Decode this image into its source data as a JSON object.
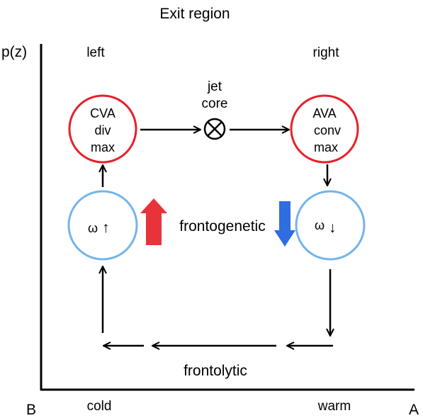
{
  "title": "Exit region",
  "axes": {
    "y_label": "p(z)",
    "origin_label": "B",
    "x_end_label": "A",
    "cold_label": "cold",
    "warm_label": "warm"
  },
  "sides": {
    "left": "left",
    "right": "right"
  },
  "jet": {
    "line1": "jet",
    "line2": "core"
  },
  "cva": {
    "line1": "CVA",
    "line2": "div",
    "line3": "max",
    "color": "#e8202a"
  },
  "ava": {
    "line1": "AVA",
    "line2": "conv",
    "line3": "max",
    "color": "#e8202a"
  },
  "omega_left": {
    "symbol": "ω",
    "arrow": "↑",
    "color": "#74b4ea"
  },
  "omega_right": {
    "symbol": "ω",
    "arrow": "↓",
    "color": "#74b4ea"
  },
  "frontogenetic": "frontogenetic",
  "frontolytic": "frontolytic",
  "colors": {
    "up_arrow": "#e8333a",
    "down_arrow": "#2f6de0"
  }
}
